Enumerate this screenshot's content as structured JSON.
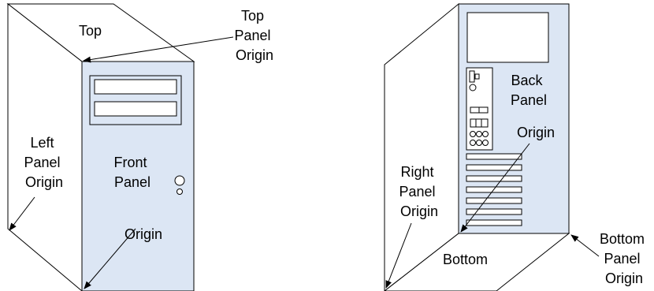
{
  "colors": {
    "panel_fill": "#dce6f4",
    "outline": "#000000",
    "background": "#ffffff"
  },
  "front_view": {
    "top_label": "Top",
    "top_panel_origin": [
      "Top",
      "Panel",
      "Origin"
    ],
    "left_panel_origin": [
      "Left",
      "Panel",
      "Origin"
    ],
    "front_panel": [
      "Front",
      "Panel"
    ],
    "origin": "Origin"
  },
  "back_view": {
    "back_panel": [
      "Back",
      "Panel"
    ],
    "origin": "Origin",
    "right_panel_origin": [
      "Right",
      "Panel",
      "Origin"
    ],
    "bottom_label": "Bottom",
    "bottom_panel_origin": [
      "Bottom",
      "Panel",
      "Origin"
    ]
  }
}
